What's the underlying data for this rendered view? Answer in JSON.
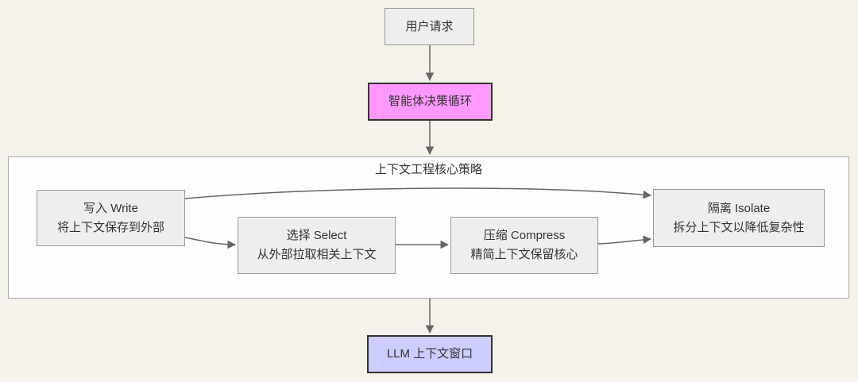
{
  "colors": {
    "page_bg": "#f5f2ec",
    "container_bg": "#fdfdfd",
    "container_border": "#aaaaaa",
    "node_bg": "#eeeeee",
    "node_border": "#999999",
    "agent_bg": "#ff99ff",
    "llm_bg": "#ccccff",
    "accent_border": "#333333",
    "arrow": "#666666",
    "text": "#333333"
  },
  "diagram": {
    "user_request": {
      "label": "用户请求"
    },
    "agent_loop": {
      "label": "智能体决策循环"
    },
    "strategies_container": {
      "title": "上下文工程核心策略"
    },
    "write": {
      "title": "写入 Write",
      "desc": "将上下文保存到外部"
    },
    "select": {
      "title": "选择 Select",
      "desc": "从外部拉取相关上下文"
    },
    "compress": {
      "title": "压缩 Compress",
      "desc": "精简上下文保留核心"
    },
    "isolate": {
      "title": "隔离 Isolate",
      "desc": "拆分上下文以降低复杂性"
    },
    "llm_window": {
      "label": "LLM 上下文窗口"
    }
  }
}
